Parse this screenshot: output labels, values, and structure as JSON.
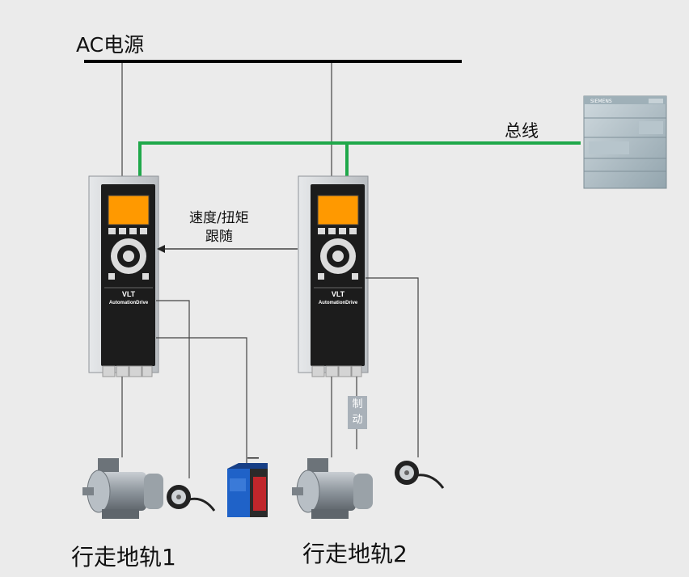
{
  "labels": {
    "ac_power": "AC电源",
    "bus": "总线",
    "follow_line1": "速度/扭矩",
    "follow_line2": "跟随",
    "brake_line1": "制",
    "brake_line2": "动",
    "rail1": "行走地轨1",
    "rail2": "行走地轨2"
  },
  "drives": [
    {
      "brand": "VLT",
      "model": "AutomationDrive"
    },
    {
      "brand": "VLT",
      "model": "AutomationDrive"
    }
  ],
  "colors": {
    "background": "#ebebeb",
    "bus_line": "#1fa84a",
    "power_line": "#000000",
    "drive_display": "#ff9900",
    "drive_body": "#1c1c1c",
    "plc_body": "#a8b8c0",
    "sensor_blue": "#1f62c8",
    "sensor_red": "#c0262b"
  },
  "icons": [
    "plc-icon",
    "motor-icon",
    "encoder-icon",
    "photoelectric-sensor-icon",
    "vfd-icon"
  ]
}
